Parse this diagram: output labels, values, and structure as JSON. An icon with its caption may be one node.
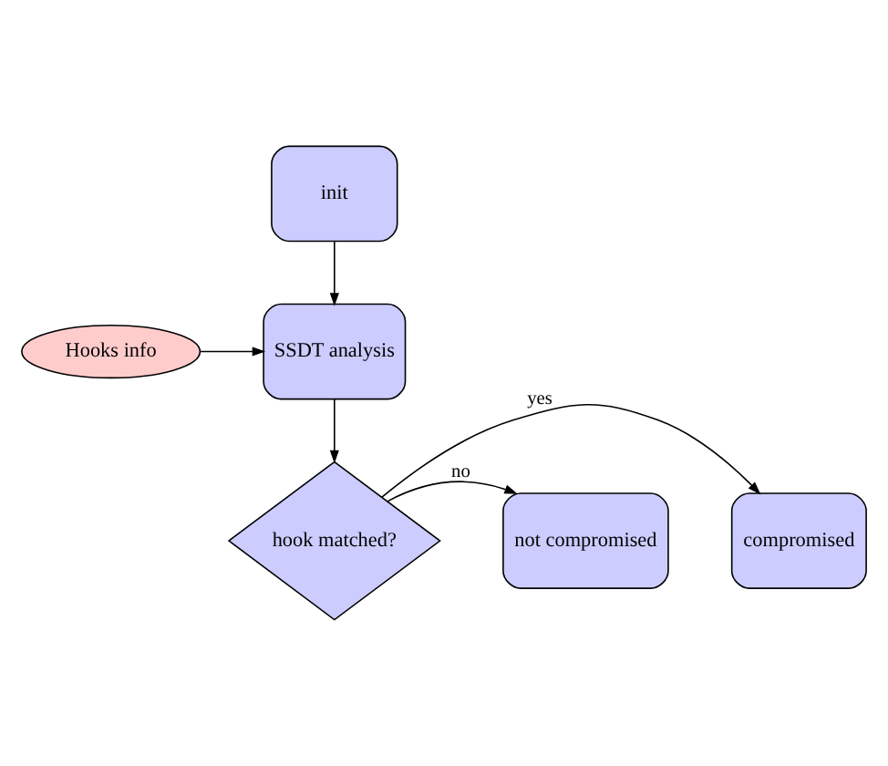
{
  "diagram": {
    "nodes": [
      {
        "text": [
          "init"
        ]
      },
      {
        "text": [
          "SSDT analysis"
        ]
      },
      {
        "text": [
          "Hooks info"
        ]
      },
      {
        "text": [
          "hook matched?"
        ]
      },
      {
        "text": [
          "compromised"
        ]
      },
      {
        "text": [
          "not compromised"
        ]
      }
    ],
    "edges": [
      {
        "from": 0,
        "to": 1,
        "arrow": "to"
      },
      {
        "from": 2,
        "to": 1,
        "arrow": "to"
      },
      {
        "from": 1,
        "to": 3,
        "arrow": "to"
      },
      {
        "from": 3,
        "to": 4,
        "arrow": "to",
        "label": "yes"
      },
      {
        "from": 3,
        "to": 5,
        "arrow": "to",
        "label": "no"
      }
    ]
  }
}
